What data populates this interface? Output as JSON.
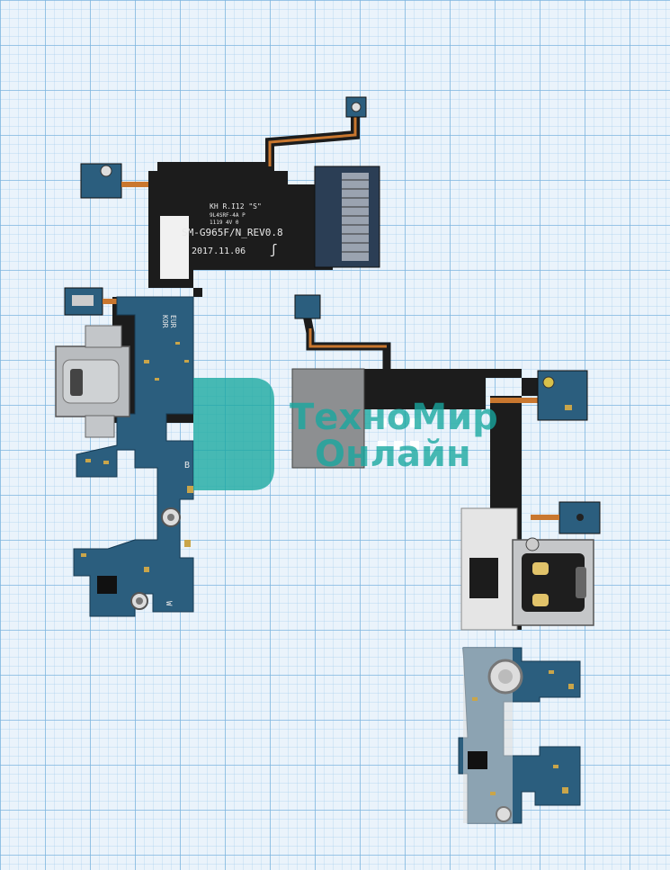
{
  "board_left": {
    "label_lines": [
      "KH R.I12 \"S\"",
      "9L4SRF-4A P",
      "1119 4V 0"
    ],
    "model": "SM-G965F/N_REV0.8",
    "date": "2017.11.06",
    "region": [
      "EUR",
      "KOR"
    ],
    "marks": [
      "B",
      "W"
    ]
  },
  "watermark": {
    "line1": "ТехноМир",
    "line2": "Онлайн"
  },
  "colors": {
    "grid_paper": "#eaf3fb",
    "grid_line": "#8fc0e4",
    "flex_black": "#1c1c1c",
    "pcb_blue": "#2b5e7e",
    "flex_orange": "#c9772f",
    "watermark": "#17a8a0"
  }
}
